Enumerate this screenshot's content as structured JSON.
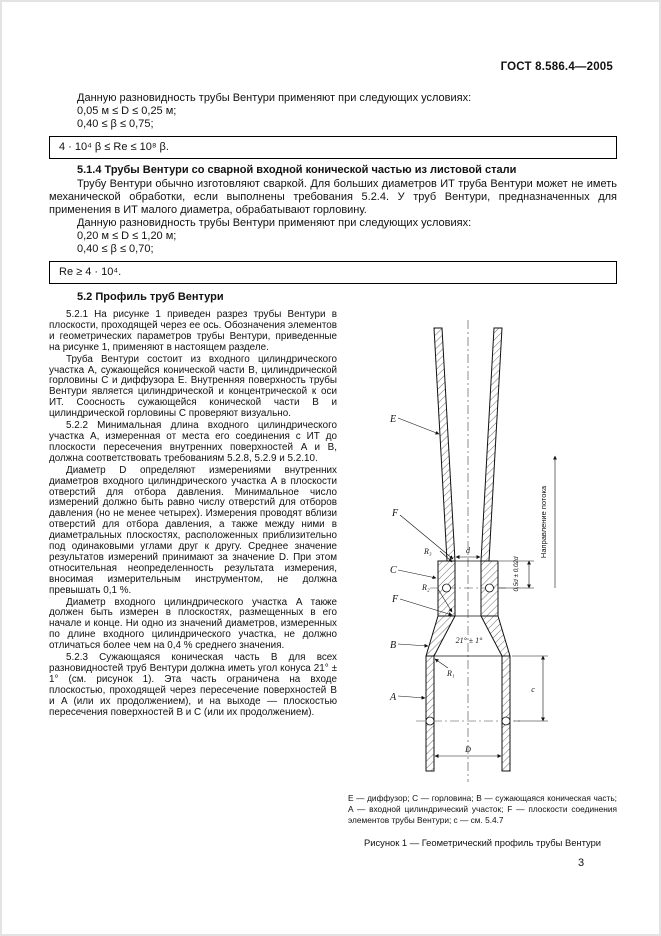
{
  "header": {
    "doc_number": "ГОСТ 8.586.4—2005"
  },
  "colors": {
    "text": "#111111",
    "page": "#ffffff"
  },
  "top": {
    "p_conditions_intro_1": "Данную разновидность трубы Вентури применяют при следующих условиях:",
    "cond_1a": "0,05 м ≤ D ≤ 0,25 м;",
    "cond_1b": "0,40 ≤ β ≤ 0,75;",
    "formula_1": "4 · 10⁴ β ≤ Re ≤ 10⁸ β.",
    "heading_514": "5.1.4 Трубы Вентури со сварной входной конической частью из листовой стали",
    "p_514": "Трубу Вентури обычно изготовляют сваркой. Для больших диаметров ИТ труба Вентури может не иметь механической обработки, если выполнены требования 5.2.4. У труб Вентури, предназначенных для применения в ИТ малого диаметра, обрабатывают горловину.",
    "p_conditions_intro_2": "Данную разновидность трубы Вентури применяют при следующих условиях:",
    "cond_2a": "0,20 м ≤ D ≤ 1,20 м;",
    "cond_2b": "0,40 ≤ β ≤ 0,70;",
    "formula_2": "Re ≥ 4 · 10⁴."
  },
  "section_52": {
    "heading": "5.2 Профиль труб Вентури",
    "paragraphs": [
      "5.2.1 На рисунке 1 приведен разрез трубы Вентури в плоскости, проходящей через ее ось. Обозначения элементов и геометрических параметров трубы Вентури, приведенные на рисунке 1, применяют в настоящем разделе.",
      "Труба Вентури состоит из входного цилиндрического участка A, сужающейся конической части B, цилиндрической горловины C и диффузора E. Внутренняя поверхность трубы Вентури является цилиндрической и концентрической к оси ИТ. Соосность сужающейся конической части B и цилиндрической горловины C проверяют визуально.",
      "5.2.2 Минимальная длина входного цилиндрического участка A, измеренная от места его соединения с ИТ до плоскости пересечения внутренних поверхностей A и B, должна соответствовать требованиям 5.2.8, 5.2.9 и 5.2.10.",
      "Диаметр D определяют измерениями внутренних диаметров входного цилиндрического участка A в плоскости отверстий для отбора давления. Минимальное число измерений должно быть равно числу отверстий для отборов давления (но не менее четырех). Измерения проводят вблизи отверстий для отбора давления, а также между ними в диаметральных плоскостях, расположенных приблизительно под одинаковыми углами друг к другу. Среднее значение результатов измерений принимают за значение D. При этом относительная неопределенность результата измерения, вносимая измерительным инструментом, не должна превышать 0,1 %.",
      "Диаметр входного цилиндрического участка A также должен быть измерен в плоскостях, размещенных в его начале и конце. Ни одно из значений диаметров, измеренных по длине входного цилиндрического участка, не должно отличаться более чем на 0,4 % среднего значения.",
      "5.2.3 Сужающаяся коническая часть B для всех разновидностей труб Вентури должна иметь угол конуса 21° ± 1° (см. рисунок 1). Эта часть ограничена на входе плоскостью, проходящей через пересечение поверхностей B и A (или их продолжением), и на выходе — плоскостью пересечения поверхностей B и C (или их продолжением)."
    ]
  },
  "figure": {
    "labels": {
      "E": "E",
      "F_upper": "F",
      "C": "C",
      "F_lower": "F",
      "B": "B",
      "A": "A",
      "R1": "R₁",
      "R2": "R₂",
      "R3": "R₃",
      "angle": "21° ± 1°",
      "d": "d",
      "D": "D",
      "c": "c",
      "throat_offset": "0,5d ± 0,02d",
      "flow": "Направление потока"
    },
    "caption": "E — диффузор; C — горловина; B — сужающаяся коническая часть; A — входной цилиндрический участок; F — плоскости соединения элементов трубы Вентури; c — см. 5.4.7",
    "title": "Рисунок 1 — Геометрический профиль трубы Вентури"
  },
  "footer": {
    "page_number": "3"
  }
}
